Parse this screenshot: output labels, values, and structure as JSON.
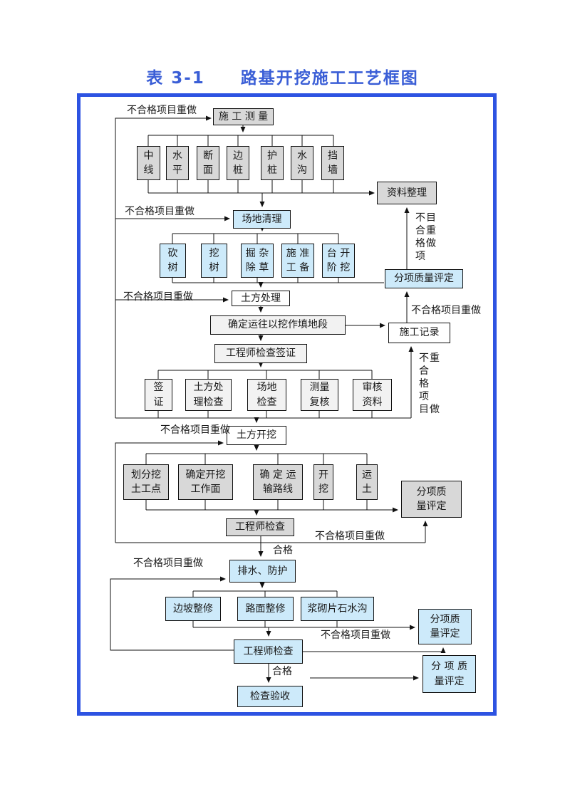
{
  "title": "表 3-1　　路基开挖施工工艺框图",
  "flowchart": {
    "boxes": {
      "shigong_celiang": "施 工 测 量",
      "zhongxian": "中\n线",
      "shuiping": "水\n平",
      "duanmian": "断\n面",
      "bianzhuang": "边\n桩",
      "huzhuang": "护\n桩",
      "shuigou": "水\n沟",
      "dangqiang": "挡\n墙",
      "ziliao_zhengli": "资料整理",
      "changdi_qingli": "场地清理",
      "kanshu": "砍\n树",
      "washu": "挖\n树",
      "juechu_zacao": "掘 杂\n除 草",
      "shigong_zhunbei": "施 准\n工 备",
      "taijie_kaiwa": "台 开\n阶 挖",
      "fenxiang_1": "分项质量评定",
      "tufang_chuli": "土方处理",
      "queding_yunwang": "确定运往以挖作填地段",
      "shigong_jilu": "施工记录",
      "gcs_jiancha_qianzheng": "工程师检查签证",
      "qianzheng": "签\n证",
      "tufang_chuli_jiancha": "土方处\n理检查",
      "changdi_jiancha": "场地\n检查",
      "celiang_fuhe": "测量\n复核",
      "shenhe_ziliao": "审核\n资料",
      "tufang_kaiwa": "土方开挖",
      "huafen_watu": "划分挖\n土工点",
      "queding_kaiwa": "确定开挖\n工作面",
      "queding_yunshu": "确 定 运\n输路线",
      "kaiwa": "开\n挖",
      "yuntu": "运\n土",
      "fenxiang_2": "分项质\n量评定",
      "gcs_jiancha_1": "工程师检查",
      "paishui_fanghu": "排水、防护",
      "bianpo_zhengxiu": "边坡整修",
      "lumian_zhengxiu": "路面整修",
      "jiangqi_shuigou": "浆砌片石水沟",
      "fenxiang_3": "分项质\n量评定",
      "gcs_jiancha_2": "工程师检查",
      "fenxiang_4": "分 项 质\n量评定",
      "jiancha_yanshou": "检查验收"
    },
    "labels": {
      "redo_1": "不合格项目重做",
      "redo_2": "不合格项目重做",
      "redo_3": "不合格项目重做",
      "redo_4": "不合格项目重做",
      "redo_5": "不合格项目重做",
      "redo_6": "不合格项目重做",
      "redo_7": "不合格项目重做",
      "redo_8": "不合格项目重做",
      "redo_v1": "不目\n合重\n格做\n项",
      "redo_v2": "不重\n合\n格\n项\n目做",
      "pass_1": "合格",
      "pass_2": "合格"
    },
    "colors": {
      "frame_blue": "#2d53e2",
      "title_blue": "#3a5ed6",
      "box_blue": "#cdeafa",
      "box_gray": "#d8d8d8",
      "box_lightgray": "#f2f2f2"
    }
  }
}
